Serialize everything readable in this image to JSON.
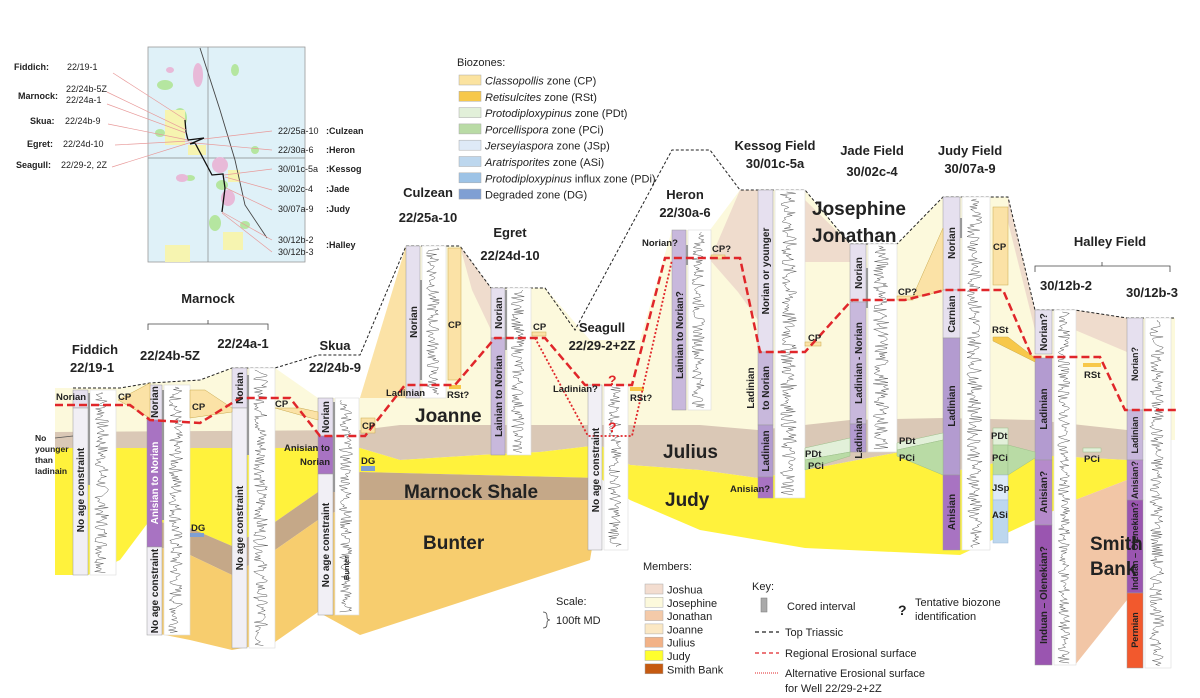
{
  "map": {
    "left_labels": [
      {
        "field": "Fiddich:",
        "wells": [
          "22/19-1"
        ]
      },
      {
        "field": "Marnock:",
        "wells": [
          "22/24b-5Z",
          "22/24a-1"
        ]
      },
      {
        "field": "Skua:",
        "wells": [
          "22/24b-9"
        ]
      },
      {
        "field": "Egret:",
        "wells": [
          "22/24d-10"
        ]
      },
      {
        "field": "Seagull:",
        "wells": [
          "22/29-2, 2Z"
        ]
      }
    ],
    "right_labels": [
      {
        "well": "22/25a-10",
        "field": ":Culzean"
      },
      {
        "well": "22/30a-6",
        "field": ":Heron"
      },
      {
        "well": "30/01c-5a",
        "field": ":Kessog"
      },
      {
        "well": "30/02c-4",
        "field": ":Jade"
      },
      {
        "well": "30/07a-9",
        "field": ":Judy"
      },
      {
        "well": "30/12b-2",
        "field": ":Halley"
      },
      {
        "well": "30/12b-3",
        "field": ""
      }
    ]
  },
  "biozones_legend": {
    "title": "Biozones:",
    "items": [
      {
        "genus": "Classopollis",
        "suffix": " zone (CP)",
        "color": "#fbe3a0"
      },
      {
        "genus": "Retisulcites",
        "suffix": " zone (RSt)",
        "color": "#f7c84a"
      },
      {
        "genus": "Protodiploxypinus",
        "suffix": " zone (PDt)",
        "color": "#e2f0d9"
      },
      {
        "genus": "Porcellispora",
        "suffix": " zone (PCi)",
        "color": "#b9dba5"
      },
      {
        "genus": "Jerseyiaspora",
        "suffix": " zone (JSp)",
        "color": "#deeaf7"
      },
      {
        "genus": "Aratrisporites",
        "suffix": " zone (ASi)",
        "color": "#bdd7ee"
      },
      {
        "genus": "Protodiploxypinus",
        "suffix": " influx zone (PDi)",
        "color": "#9dc3e6"
      },
      {
        "genus": "",
        "suffix": "Degraded zone (DG)",
        "color": "#7f9fd3"
      }
    ]
  },
  "members_legend": {
    "title": "Members:",
    "items": [
      {
        "label": "Joshua",
        "color": "#f3ddd0"
      },
      {
        "label": "Josephine",
        "color": "#fcf9dc"
      },
      {
        "label": "Jonathan",
        "color": "#f4caa9"
      },
      {
        "label": "Joanne",
        "color": "#fbe8c4"
      },
      {
        "label": "Julius",
        "color": "#f2b287"
      },
      {
        "label": "Judy",
        "color": "#ffff2e"
      },
      {
        "label": "Smith Bank",
        "color": "#c55a11"
      }
    ]
  },
  "scale": {
    "title": "Scale:",
    "value": "100ft MD"
  },
  "key": {
    "title": "Key:",
    "cored": "Cored interval",
    "tentative": "?",
    "tentative_label_1": "Tentative biozone",
    "tentative_label_2": "identification",
    "top_triassic": "Top Triassic",
    "regional": "Regional Erosional surface",
    "alternative_1": "Alternative Erosional surface",
    "alternative_2": "for Well 22/29-2+2Z"
  },
  "members_on_section": {
    "joanne": "Joanne",
    "marnock_shale": "Marnock Shale",
    "bunter": "Bunter",
    "julius": "Julius",
    "judy": "Judy",
    "josephine": "Josephine",
    "jonathan": "Jonathan",
    "smith": "Smith",
    "bank": "Bank"
  },
  "groups": {
    "marnock": "Marnock",
    "halley": "Halley Field"
  },
  "wells": [
    {
      "field": "Fiddich",
      "id": "22/19-1",
      "zones": [
        "Norian",
        "No age constraint"
      ],
      "biozones": [
        "CP"
      ],
      "note": [
        "No",
        "younger",
        "than",
        "ladinain"
      ]
    },
    {
      "field": "",
      "id": "22/24b-5Z",
      "zones": [
        "Norian",
        "Anisian to Norian",
        "No age constraint"
      ],
      "biozones": [
        "CP",
        "DG"
      ]
    },
    {
      "field": "",
      "id": "22/24a-1",
      "zones": [
        "Norian",
        "No age constraint"
      ],
      "biozones": [
        "CP"
      ]
    },
    {
      "field": "Skua",
      "id": "22/24b-9",
      "zones": [
        "Norian",
        "Anisian to",
        "Norian",
        "No age constraint"
      ],
      "biozones": [
        "CP",
        "DG"
      ],
      "log_label": "Bunter"
    },
    {
      "field": "Culzean",
      "id": "22/25a-10",
      "zones": [
        "Norian",
        "Ladinian"
      ],
      "biozones": [
        "CP",
        "RSt?"
      ]
    },
    {
      "field": "Egret",
      "id": "22/24d-10",
      "zones": [
        "Norian",
        "Lainian to Norian"
      ],
      "biozones": [
        "CP"
      ]
    },
    {
      "field": "Seagull",
      "id": "22/29-2+2Z",
      "zones": [
        "Ladinian?",
        "No age constraint"
      ],
      "biozones": [
        "RSt?"
      ],
      "marks": [
        "?",
        "?"
      ]
    },
    {
      "field": "Heron",
      "id": "22/30a-6",
      "zones": [
        "Norian?",
        "Lainian to Norian?"
      ],
      "biozones": [
        "CP?"
      ]
    },
    {
      "field": "Kessog Field",
      "id": "30/01c-5a",
      "zones": [
        "Norian or younger",
        "Ladinian",
        "to Norian",
        "Ladinian",
        "Anisian?"
      ],
      "biozones": [
        "CP",
        "PDt",
        "PCi"
      ]
    },
    {
      "field": "Jade Field",
      "id": "30/02c-4",
      "zones": [
        "Norian",
        "Ladinian - Norian",
        "Ladinian"
      ],
      "biozones": [
        "CP?",
        "PDt",
        "PCi"
      ]
    },
    {
      "field": "Judy Field",
      "id": "30/07a-9",
      "zones": [
        "Norian",
        "Carnian",
        "Ladinian",
        "Anisian"
      ],
      "biozones": [
        "CP",
        "RSt",
        "PDt",
        "PCi",
        "JSp",
        "ASi"
      ]
    },
    {
      "field": "",
      "id": "30/12b-2",
      "zones": [
        "Norian?",
        "Ladinian",
        "Anisian?",
        "Induan – Olenekian?"
      ],
      "biozones": [
        "RSt",
        "PCi"
      ]
    },
    {
      "field": "",
      "id": "30/12b-3",
      "zones": [
        "Norian?",
        "Ladinian",
        "Anisian?",
        "Induan – Olenekian?",
        "Permian"
      ],
      "biozones": []
    }
  ]
}
